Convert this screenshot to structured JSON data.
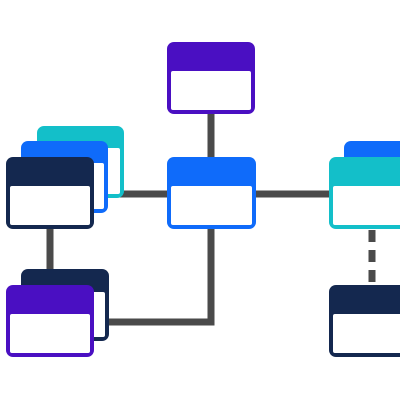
{
  "diagram": {
    "connector_color": "#4a4a4a",
    "background": "#ffffff",
    "windows": [
      {
        "id": "top",
        "accent": "#4a0fc2",
        "role": "standalone"
      },
      {
        "id": "center",
        "accent": "#0f6bfa",
        "role": "hub"
      },
      {
        "id": "left-stack-back",
        "accent": "#13bfc9",
        "role": "stacked"
      },
      {
        "id": "left-stack-middle",
        "accent": "#0f6bfa",
        "role": "stacked"
      },
      {
        "id": "left-stack-front",
        "accent": "#14284f",
        "role": "stacked"
      },
      {
        "id": "bottom-left-back",
        "accent": "#14284f",
        "role": "stacked"
      },
      {
        "id": "bottom-left-front",
        "accent": "#4a0fc2",
        "role": "stacked"
      },
      {
        "id": "right-back",
        "accent": "#0f6bfa",
        "role": "stacked"
      },
      {
        "id": "right-front",
        "accent": "#13bfc9",
        "role": "stacked"
      },
      {
        "id": "bottom-right",
        "accent": "#14284f",
        "role": "standalone"
      }
    ],
    "connections": [
      {
        "from": "top",
        "to": "center",
        "style": "solid"
      },
      {
        "from": "left-stack-front",
        "to": "center",
        "style": "solid"
      },
      {
        "from": "center",
        "to": "right-front",
        "style": "solid"
      },
      {
        "from": "left-stack-front",
        "to": "bottom-left-front",
        "style": "solid"
      },
      {
        "from": "center",
        "to": "bottom-left-front",
        "style": "solid"
      },
      {
        "from": "right-front",
        "to": "bottom-right",
        "style": "dashed"
      }
    ]
  }
}
